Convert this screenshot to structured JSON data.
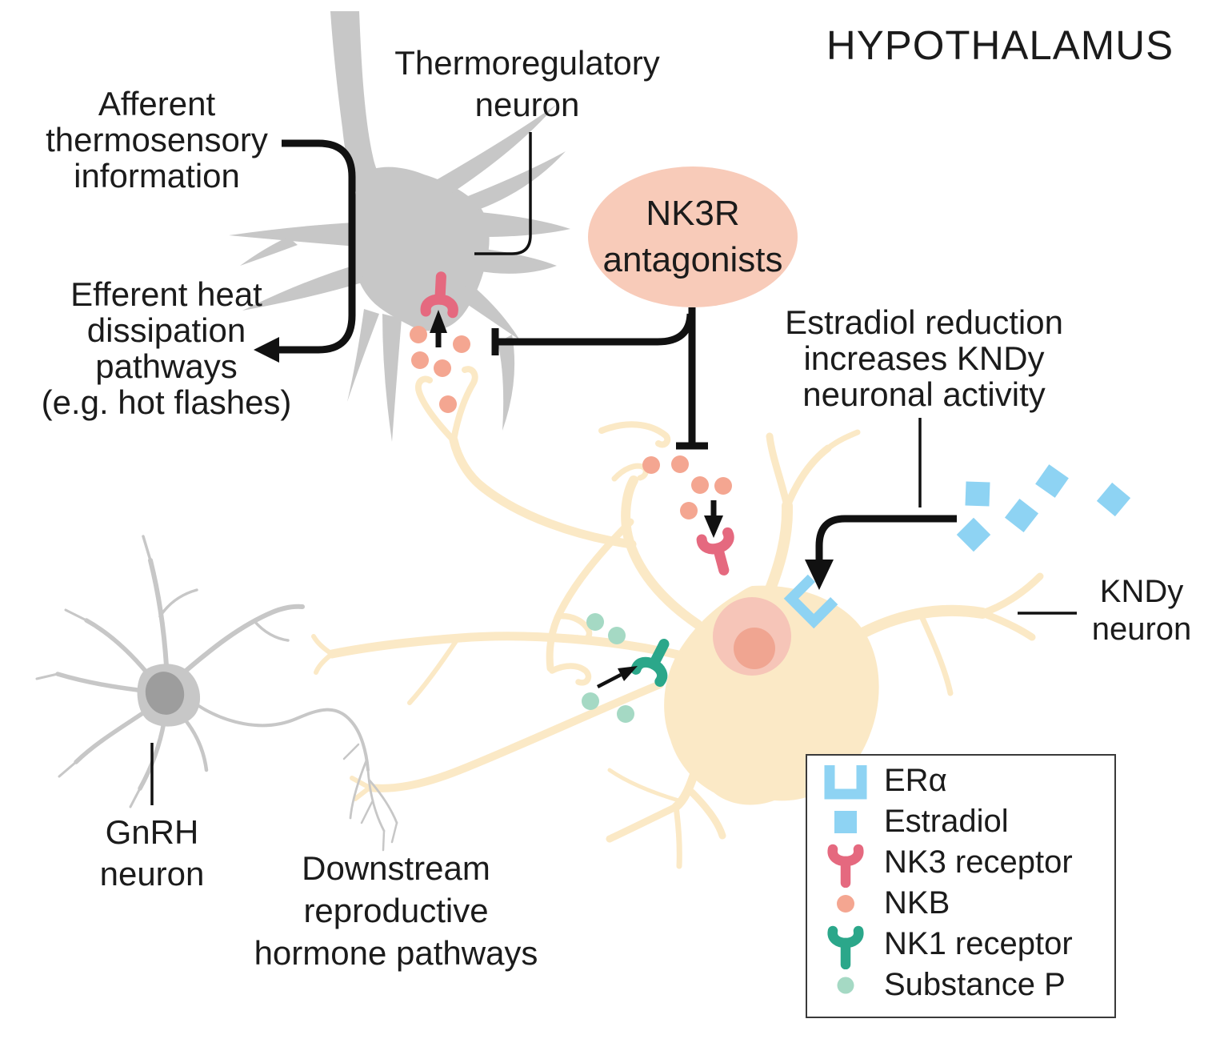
{
  "title": "HYPOTHALAMUS",
  "labels": {
    "afferent": {
      "lines": [
        "Afferent",
        "thermosensory",
        "information"
      ]
    },
    "efferent": {
      "lines": [
        "Efferent heat",
        "dissipation",
        "pathways",
        "(e.g. hot flashes)"
      ]
    },
    "thermo": {
      "lines": [
        "Thermoregulatory",
        "neuron"
      ]
    },
    "nk3r_antagonists": {
      "lines": [
        "NK3R",
        "antagonists"
      ]
    },
    "estradiol_reduction": {
      "lines": [
        "Estradiol reduction",
        "increases KNDy",
        "neuronal activity"
      ]
    },
    "kndy": {
      "lines": [
        "KNDy",
        "neuron"
      ]
    },
    "gnrh": {
      "lines": [
        "GnRH",
        "neuron"
      ]
    },
    "downstream": {
      "lines": [
        "Downstream",
        "reproductive",
        "hormone pathways"
      ]
    }
  },
  "legend": {
    "items": [
      {
        "icon": "era-receptor-icon",
        "label": "ERα"
      },
      {
        "icon": "estradiol-icon",
        "label": "Estradiol"
      },
      {
        "icon": "nk3-receptor-icon",
        "label": "NK3 receptor"
      },
      {
        "icon": "nkb-icon",
        "label": "NKB"
      },
      {
        "icon": "nk1-receptor-icon",
        "label": "NK1 receptor"
      },
      {
        "icon": "substance-p-icon",
        "label": "Substance P"
      }
    ]
  },
  "colors": {
    "background": "#FFFFFF",
    "neuron_gray": "#C7C7C7",
    "neuron_gray_nucleus": "#9D9D9D",
    "kndy_yellow": "#FBE9C6",
    "kndy_nucleus_outer": "#F6C5B8",
    "kndy_nucleus_inner": "#F0A591",
    "nkb_salmon": "#F4A691",
    "nk3_pink": "#E5697F",
    "nk1_teal": "#2BA78A",
    "substance_p_teal": "#A5D9C4",
    "estradiol_blue": "#8ED3F3",
    "antagonist_ellipse": "#F8CBB9",
    "line_black": "#111111"
  }
}
